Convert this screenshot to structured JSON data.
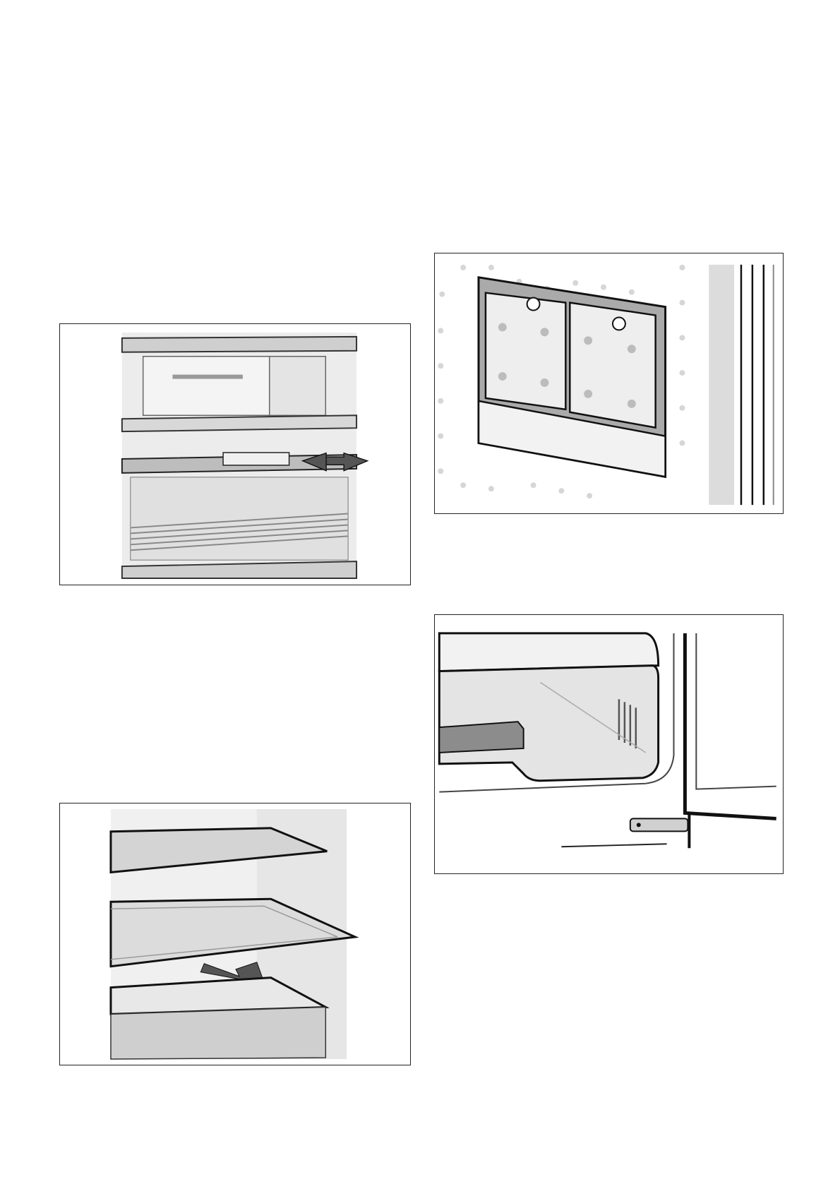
{
  "figures": [
    {
      "id": "fig1",
      "subject": "shelf-divider",
      "icons": [
        "arrow-left-icon",
        "arrow-right-icon"
      ],
      "label_text": ""
    },
    {
      "id": "fig2",
      "subject": "glass-shelf-removal",
      "icons": [
        "arrow-pull-icon"
      ],
      "label_text": ""
    },
    {
      "id": "fig3",
      "subject": "cold-accumulator-packs",
      "icons": [],
      "label_text": ""
    },
    {
      "id": "fig4",
      "subject": "drawer-and-door-hinge",
      "icons": [],
      "label_text": ""
    }
  ],
  "colors": {
    "frame": "#222222",
    "arrow": "#555555",
    "panel": "#d9d9d9",
    "dark": "#111111"
  }
}
